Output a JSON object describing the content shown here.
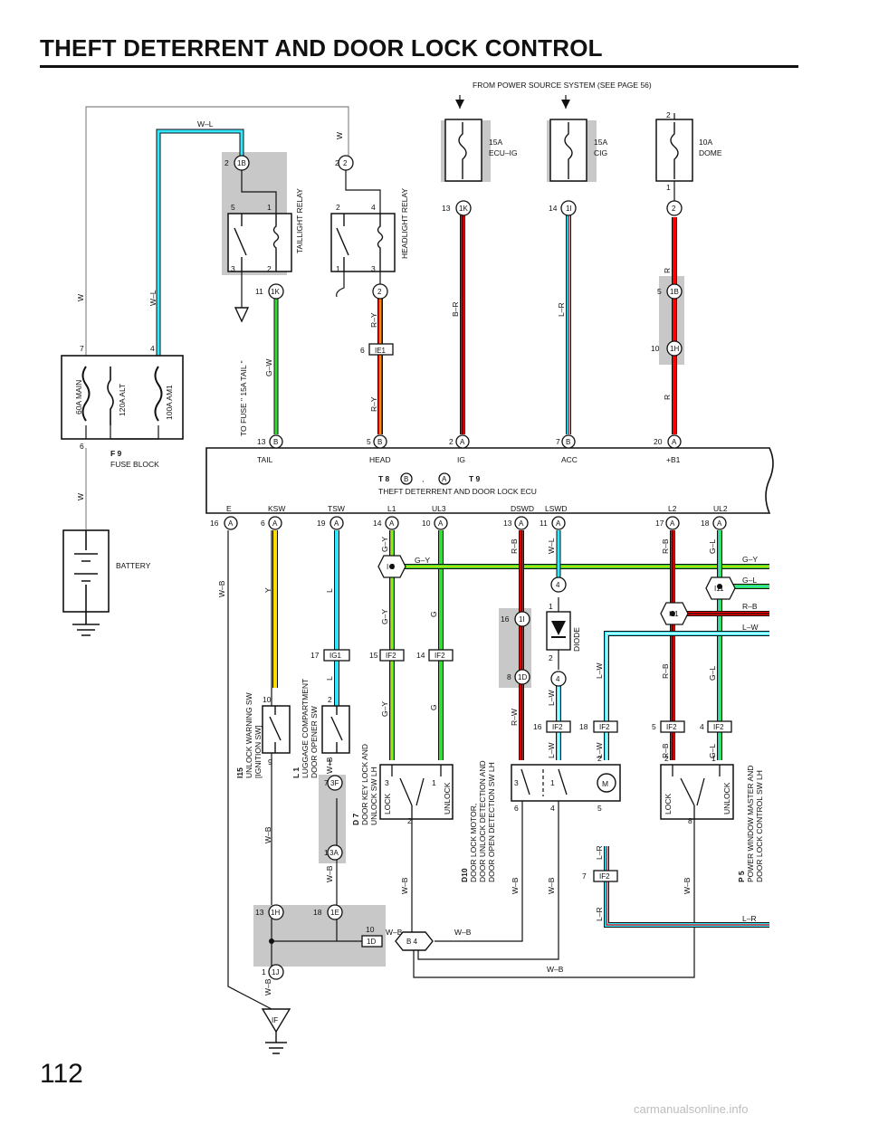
{
  "title": "THEFT DETERRENT AND DOOR LOCK CONTROL",
  "page_number": "112",
  "watermark": "carmanualsonline.info",
  "power_source_note": "FROM POWER SOURCE SYSTEM (SEE PAGE 56)",
  "fuses": {
    "ecu_ig": {
      "rating": "15A",
      "name": "ECU–IG"
    },
    "cig": {
      "rating": "15A",
      "name": "CIG"
    },
    "dome": {
      "rating": "10A",
      "name": "DOME"
    },
    "main": "60A MAIN",
    "alt": "120A ALT",
    "am1": "100A AM1"
  },
  "fuse_block": {
    "code": "F 9",
    "name": "FUSE BLOCK"
  },
  "battery": "BATTERY",
  "taillight_relay": "TAILLIGHT RELAY",
  "headlight_relay": "HEADLIGHT RELAY",
  "to_fuse_note": "TO FUSE \" 15A TAIL \"",
  "ecu": {
    "codes": {
      "a": "T 8",
      "b": "B",
      "sep": ",",
      "c": "A",
      "d": "T 9"
    },
    "name": "THEFT DETERRENT AND DOOR LOCK ECU",
    "top_terminals": [
      "TAIL",
      "HEAD",
      "IG",
      "ACC",
      "+B1"
    ],
    "bottom_terminals": [
      "E",
      "KSW",
      "TSW",
      "L1",
      "UL3",
      "DSWD",
      "LSWD",
      "L2",
      "UL2"
    ]
  },
  "components": {
    "i15": {
      "code": "I15",
      "line1": "UNLOCK WARNING SW",
      "line2": "[IGNITION SW]"
    },
    "l1": {
      "code": "L 1",
      "line1": "LUGGAGE COMPARTMENT",
      "line2": "DOOR OPENER SW"
    },
    "d7": {
      "code": "D 7",
      "line1": "DOOR KEY LOCK AND",
      "line2": "UNLOCK SW LH"
    },
    "d10": {
      "code": "D10",
      "line1": "DOOR LOCK MOTOR,",
      "line2": "DOOR UNLOCK DETECTION AND",
      "line3": "DOOR OPEN DETECTION SW LH"
    },
    "p5": {
      "code": "P 5",
      "line1": "POWER WINDOW MASTER AND",
      "line2": "DOOR LOCK CONTROL SW LH"
    },
    "diode": "DIODE",
    "motor": "M",
    "lock": "LOCK",
    "unlock": "UNLOCK"
  },
  "wire_labels": {
    "w": "W",
    "wl": "W–L",
    "gw": "G–W",
    "ry": "R–Y",
    "br": "B–R",
    "lr": "L–R",
    "r": "R",
    "wb": "W–B",
    "y": "Y",
    "l": "L",
    "gy": "G–Y",
    "g": "G",
    "rb": "R–B",
    "gl": "G–L",
    "lw": "L–W",
    "rw": "R–W"
  },
  "connectors": {
    "c1b": "1B",
    "c1k": "1K",
    "c2": "2",
    "ie1": "IE1",
    "c1i": "1I",
    "c1h": "1H",
    "ca": "A",
    "cb": "B",
    "i8": "I 8",
    "i11": "I11",
    "c4": "4",
    "c1d": "1D",
    "ig1": "IG1",
    "if2": "IF2",
    "c3f": "3F",
    "c3a": "3A",
    "c1e": "1E",
    "c1j": "1J",
    "b4": "B 4",
    "ground": "IF"
  },
  "pins": {
    "p1": "1",
    "p2": "2",
    "p3": "3",
    "p4": "4",
    "p5": "5",
    "p6": "6",
    "p7": "7",
    "p8": "8",
    "p9": "9",
    "p10": "10",
    "p11": "11",
    "p13": "13",
    "p14": "14",
    "p15": "15",
    "p16": "16",
    "p17": "17",
    "p18": "18",
    "p19": "19",
    "p20": "20"
  },
  "colors": {
    "red": "#ff0000",
    "cyan": "#33e6ff",
    "green": "#33dd33",
    "yellow": "#ffdd00",
    "gray_shade": "#c8c8c8",
    "black": "#111111"
  }
}
